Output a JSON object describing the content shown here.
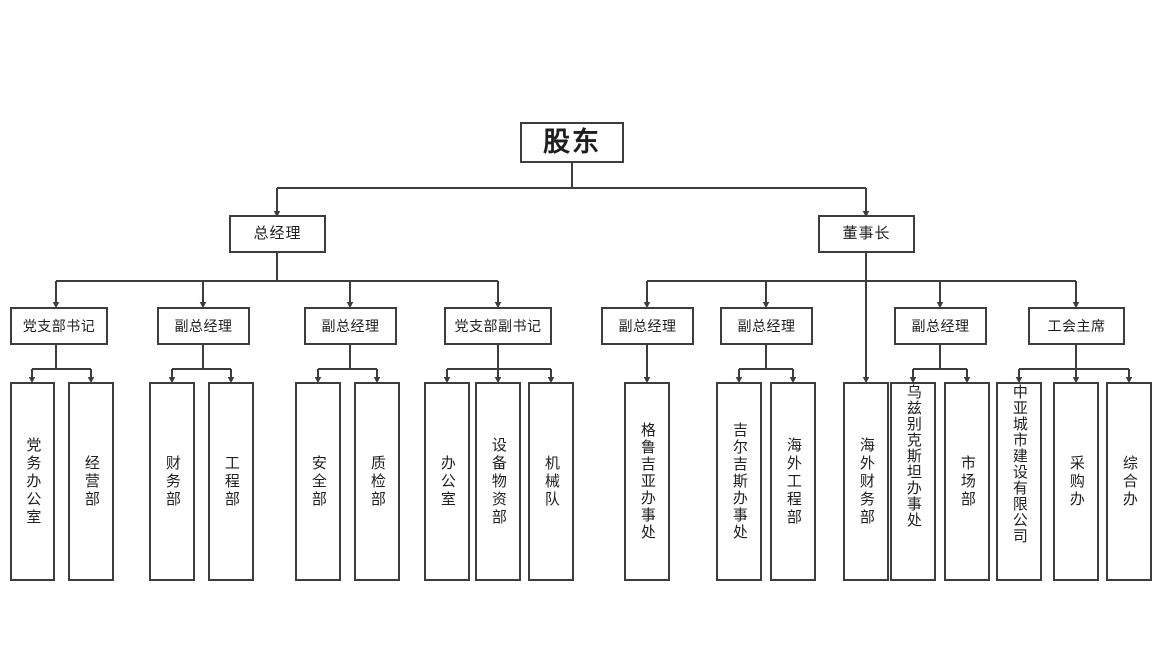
{
  "diagram": {
    "title_node": {
      "label": "股东"
    },
    "level2": [
      {
        "id": "gm",
        "label": "总经理"
      },
      {
        "id": "chair",
        "label": "董事长"
      }
    ],
    "level3": [
      {
        "id": "l3-1",
        "label": "党支部书记",
        "parent": "gm"
      },
      {
        "id": "l3-2",
        "label": "副总经理",
        "parent": "gm"
      },
      {
        "id": "l3-3",
        "label": "副总经理",
        "parent": "gm"
      },
      {
        "id": "l3-4",
        "label": "党支部副书记",
        "parent": "gm"
      },
      {
        "id": "l3-5",
        "label": "副总经理",
        "parent": "chair"
      },
      {
        "id": "l3-6",
        "label": "副总经理",
        "parent": "chair"
      },
      {
        "id": "l3-7",
        "label": "副总经理",
        "parent": "chair"
      },
      {
        "id": "l3-8",
        "label": "工会主席",
        "parent": "chair"
      }
    ],
    "leaves": [
      {
        "id": "lf-1",
        "label": "党务办公室",
        "parent": "l3-1"
      },
      {
        "id": "lf-2",
        "label": "经营部",
        "parent": "l3-1"
      },
      {
        "id": "lf-3",
        "label": "财务部",
        "parent": "l3-2"
      },
      {
        "id": "lf-4",
        "label": "工程部",
        "parent": "l3-2"
      },
      {
        "id": "lf-5",
        "label": "安全部",
        "parent": "l3-3"
      },
      {
        "id": "lf-6",
        "label": "质检部",
        "parent": "l3-3"
      },
      {
        "id": "lf-7",
        "label": "办公室",
        "parent": "l3-4"
      },
      {
        "id": "lf-8",
        "label": "设备物资部",
        "parent": "l3-4"
      },
      {
        "id": "lf-9",
        "label": "机械队",
        "parent": "l3-4"
      },
      {
        "id": "lf-10",
        "label": "格鲁吉亚办事处",
        "parent": "l3-5"
      },
      {
        "id": "lf-11",
        "label": "吉尔吉斯办事处",
        "parent": "l3-6"
      },
      {
        "id": "lf-12",
        "label": "海外工程部",
        "parent": "l3-6"
      },
      {
        "id": "lf-13",
        "label": "海外财务部",
        "parent": "chair"
      },
      {
        "id": "lf-14",
        "label": "乌兹别克斯坦办事处",
        "parent": "l3-7"
      },
      {
        "id": "lf-15",
        "label": "市场部",
        "parent": "l3-7"
      },
      {
        "id": "lf-16",
        "label": "中亚城市建设有限公司",
        "parent": "l3-8"
      },
      {
        "id": "lf-17",
        "label": "采购办",
        "parent": "l3-8"
      },
      {
        "id": "lf-18",
        "label": "综合办",
        "parent": "l3-8"
      }
    ],
    "colors": {
      "line": "#3d3d3d",
      "box_border": "#3d3d3d",
      "box_fill": "#ffffff",
      "text": "#1f1f1f",
      "background": "#ffffff"
    }
  }
}
